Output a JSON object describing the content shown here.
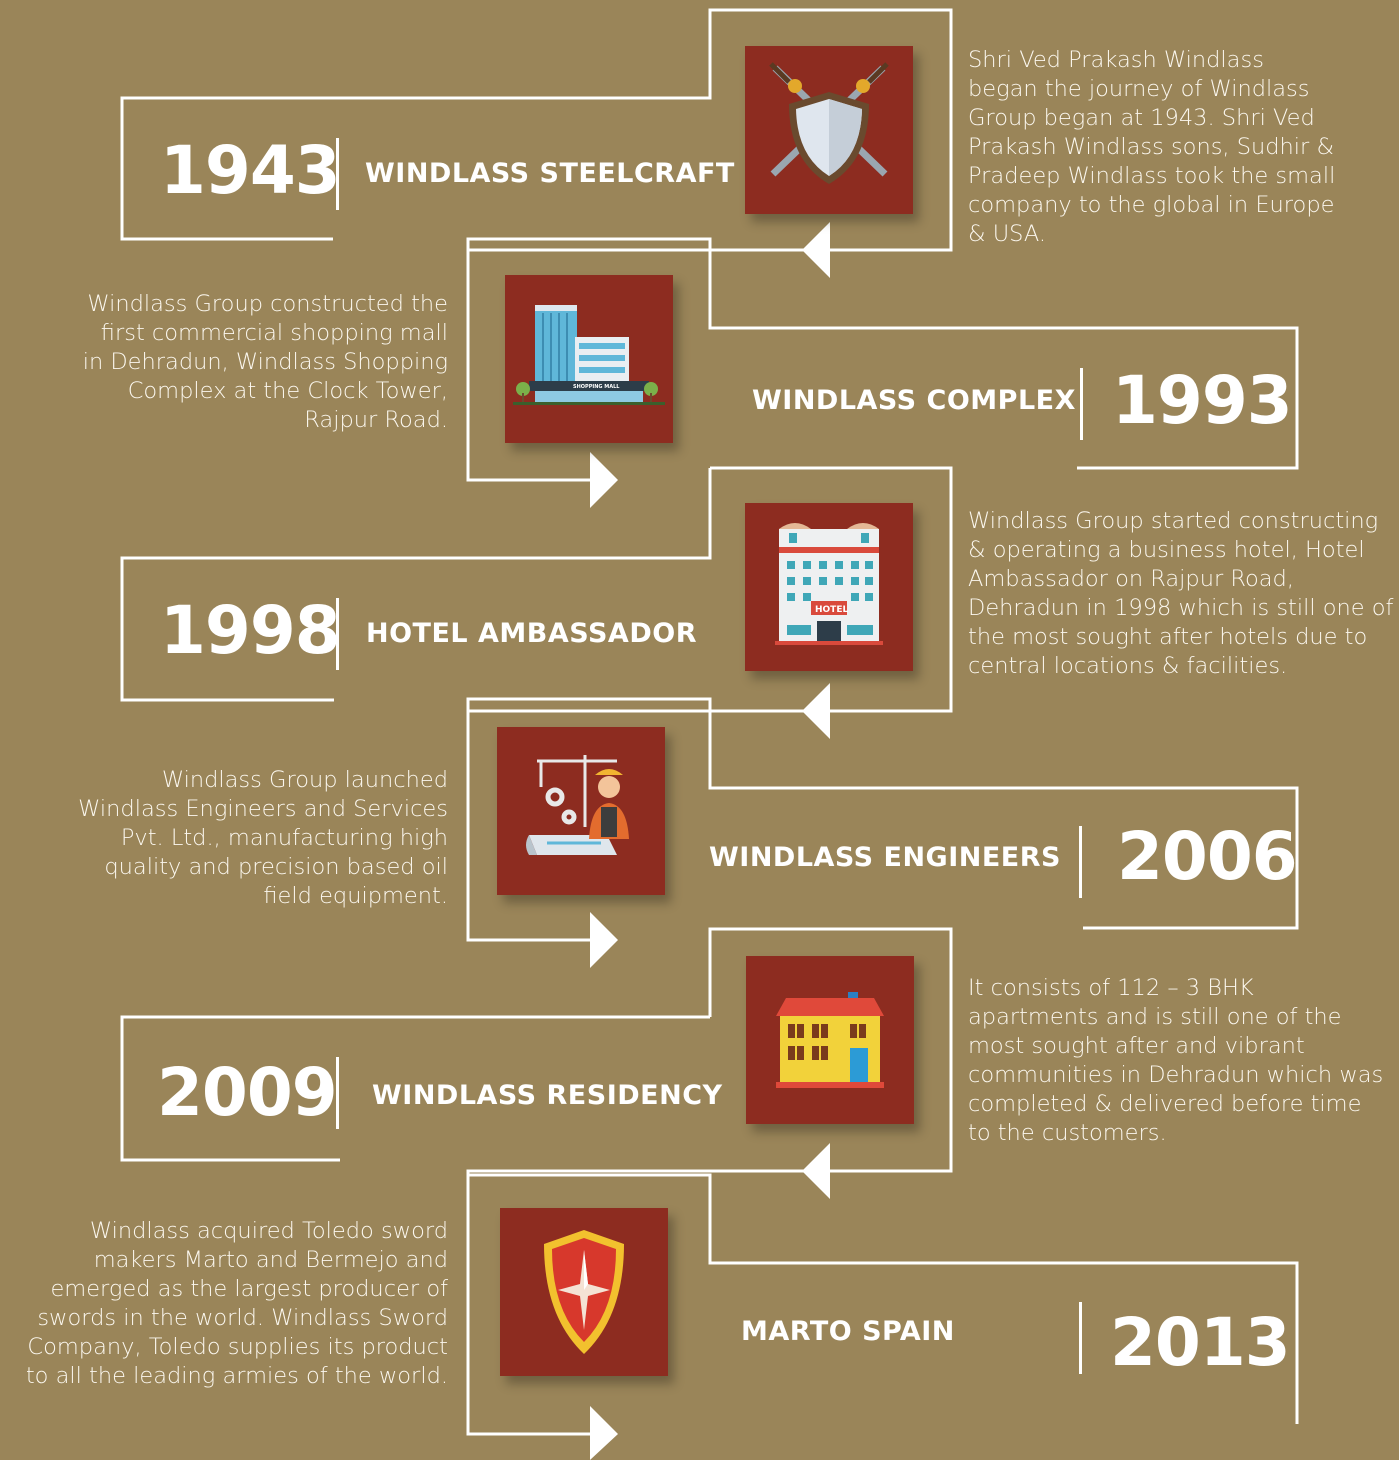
{
  "timeline": [
    {
      "year": "1943",
      "title": "WINDLASS STEELCRAFT",
      "description": "Shri Ved Prakash Windlass began the journey of Windlass Group began at 1943. Shri Ved Prakash Windlass sons, Sudhir & Pradeep Windlass took the small company to the global in Europe & USA.",
      "icon": "shield-swords-icon"
    },
    {
      "year": "1993",
      "title": "WINDLASS COMPLEX",
      "description": "Windlass Group constructed the first commercial shopping mall in Dehradun, Windlass Shopping Complex at the Clock Tower, Rajpur Road.",
      "icon": "shopping-mall-icon",
      "icon_label": "SHOPPING MALL"
    },
    {
      "year": "1998",
      "title": "HOTEL AMBASSADOR",
      "description": "Windlass Group started constructing & operating a business hotel, Hotel Ambassador on Rajpur Road, Dehradun in 1998 which is still one of the most sought after hotels due to central locations & facilities.",
      "icon": "hotel-icon",
      "icon_label": "HOTEL"
    },
    {
      "year": "2006",
      "title": "WINDLASS ENGINEERS",
      "description": "Windlass Group launched Windlass Engineers and Services Pvt. Ltd., manufacturing high quality and precision based oil field equipment.",
      "icon": "engineer-icon"
    },
    {
      "year": "2009",
      "title": "WINDLASS RESIDENCY",
      "description": "It consists of 112 – 3 BHK apartments and is still one of the most sought after and vibrant communities in Dehradun which was completed &  delivered before time to the customers.",
      "icon": "residency-building-icon"
    },
    {
      "year": "2013",
      "title": "MARTO SPAIN",
      "description": "Windlass acquired Toledo sword makers Marto and Bermejo and emerged as the largest producer of swords in the world. Windlass Sword Company, Toledo supplies its product to all the leading armies of the world.",
      "icon": "compass-shield-icon"
    }
  ],
  "colors": {
    "background": "#9a8559",
    "icon_box": "#8d2c20",
    "line": "#ffffff"
  }
}
